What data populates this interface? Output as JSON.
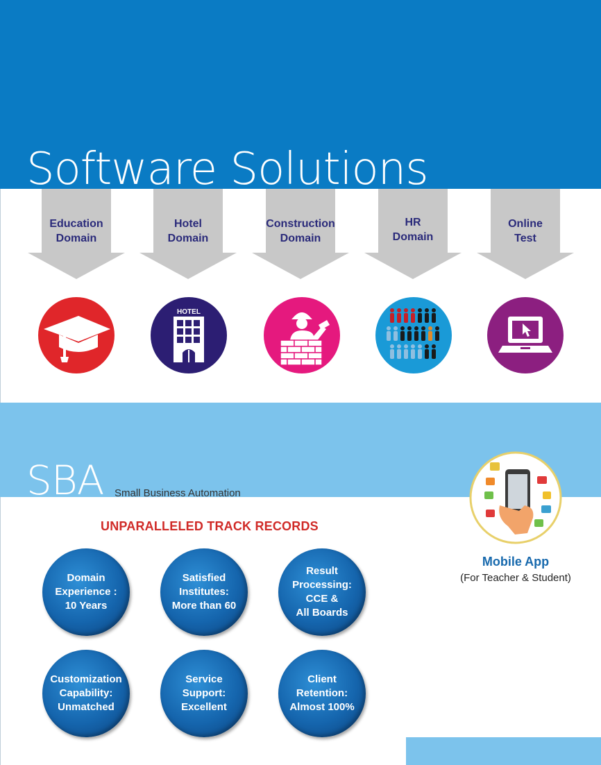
{
  "page": {
    "title": "Software Solutions",
    "colors": {
      "header_blue": "#0a7bc4",
      "light_blue": "#7cc3ec",
      "arrow_gray": "#c8c8c8",
      "heading_red": "#d02a27"
    }
  },
  "domains": [
    {
      "line1": "Education",
      "line2": "Domain",
      "icon": "graduation-cap-icon",
      "color": "#e0262a"
    },
    {
      "line1": "Hotel",
      "line2": "Domain",
      "icon": "hotel-building-icon",
      "color": "#2c1e73"
    },
    {
      "line1": "Construction",
      "line2": "Domain",
      "icon": "construction-worker-icon",
      "color": "#e5197e"
    },
    {
      "line1": "HR",
      "line2": "Domain",
      "icon": "people-group-icon",
      "color": "#1a9ad7"
    },
    {
      "line1": "Online",
      "line2": "Test",
      "icon": "laptop-cursor-icon",
      "color": "#8c1f80"
    }
  ],
  "sba": {
    "title": "SBA",
    "subtitle": "Small Business Automation",
    "heading": "UNPARALLELED TRACK RECORDS"
  },
  "stats": [
    {
      "l1": "Domain",
      "l2": "Experience :",
      "l3": "10 Years",
      "l4": ""
    },
    {
      "l1": "Satisfied",
      "l2": "Institutes:",
      "l3": "More than 60",
      "l4": ""
    },
    {
      "l1": "Result",
      "l2": "Processing:",
      "l3": "CCE &",
      "l4": "All Boards"
    },
    {
      "l1": "Customization",
      "l2": "Capability:",
      "l3": "Unmatched",
      "l4": ""
    },
    {
      "l1": "Service",
      "l2": "Support:",
      "l3": "Excellent",
      "l4": ""
    },
    {
      "l1": "Client",
      "l2": "Retention:",
      "l3": "Almost 100%",
      "l4": ""
    }
  ],
  "mobile": {
    "title": "Mobile App",
    "subtitle": "(For Teacher & Student)",
    "icon": "mobile-phone-hand-icon"
  }
}
